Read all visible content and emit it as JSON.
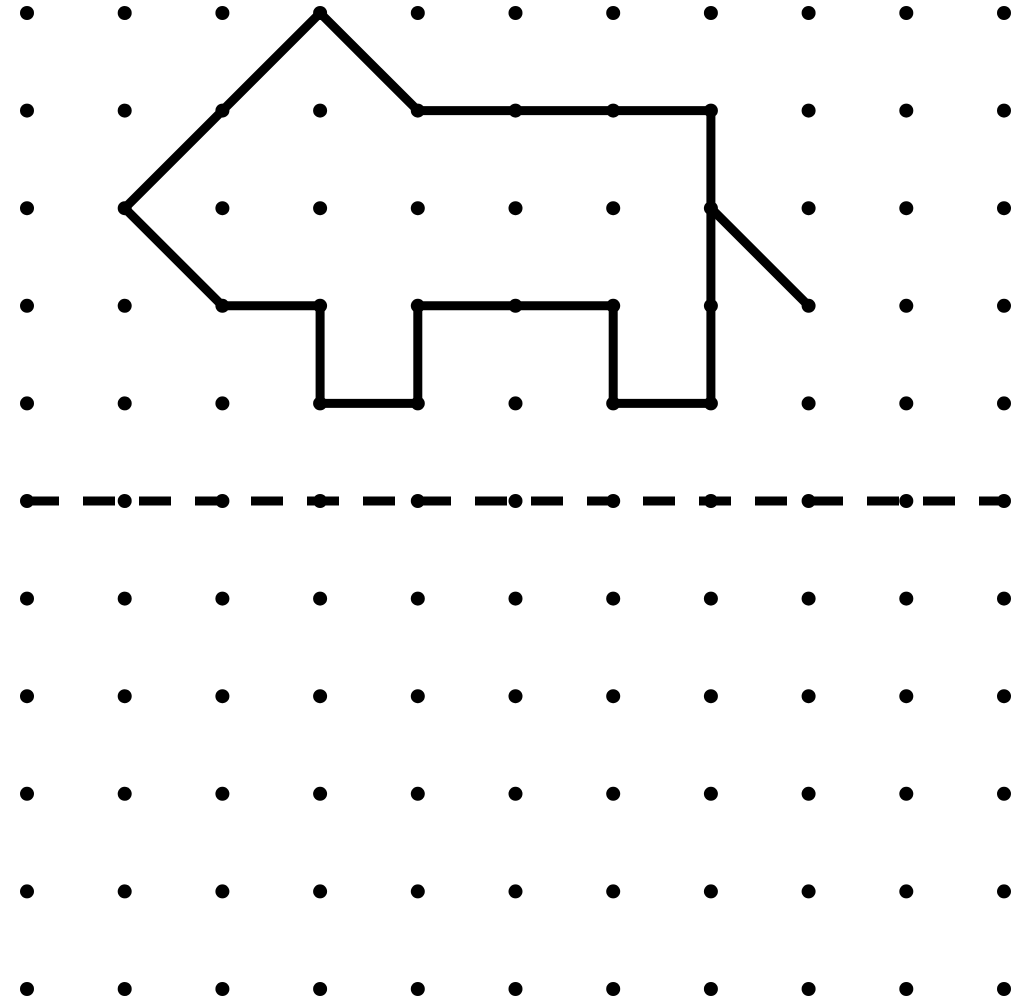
{
  "grid": {
    "columns": 11,
    "rows": 11,
    "dot_color": "#000000"
  },
  "reflection_line": {
    "style": "dashed",
    "row": 5,
    "color": "#000000"
  },
  "figure": {
    "color": "#000000",
    "outline": [
      [
        3,
        0
      ],
      [
        4,
        1
      ],
      [
        7,
        1
      ],
      [
        7,
        4
      ],
      [
        6,
        4
      ],
      [
        6,
        3
      ],
      [
        4,
        3
      ],
      [
        4,
        4
      ],
      [
        3,
        4
      ],
      [
        3,
        3
      ],
      [
        2,
        3
      ],
      [
        1,
        2
      ],
      [
        3,
        0
      ]
    ],
    "tail": [
      [
        7,
        2
      ],
      [
        8,
        3
      ]
    ]
  }
}
